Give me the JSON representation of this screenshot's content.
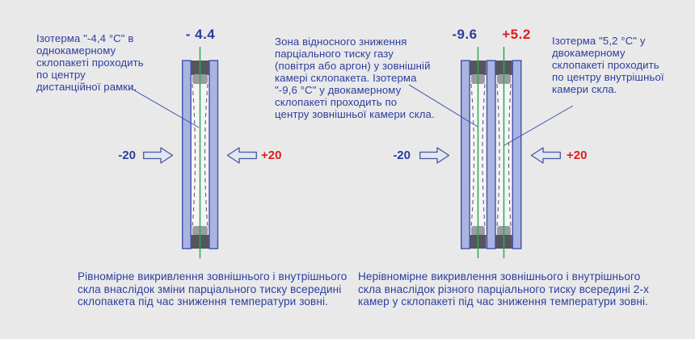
{
  "page": {
    "background": "#e9e9ea"
  },
  "colors": {
    "text_blue": "#2c3e9c",
    "accent_red": "#e01b1f",
    "glass_fill": "#aab4e0",
    "glass_stroke": "#3e53ab",
    "spacer_dark": "#54565e",
    "spacer_light": "#9b9ca1",
    "chamber_fill": "#f5f5f6",
    "isotherm_green": "#2fa94f",
    "deflection_gray": "#60626a",
    "arrow_fill": "#e3e6f0",
    "arrow_stroke": "#45589f",
    "leader_line": "#3c52a8"
  },
  "left_diagram": {
    "isotherm_label": "- 4.4",
    "outside_temp": "-20",
    "inside_temp": "+20",
    "annotation": "Ізотерма \"-4,4 °C\" в\nоднокамерному\nсклопакеті проходить\nпо центру\nдистанційної рамки.",
    "caption": "Рівномірне викривлення зовнішнього і внутрішнього\nскла внаслідок зміни парціального тиску всередині\nсклопакета під час зниження температури зовні."
  },
  "right_diagram": {
    "outer_isotherm_label": "-9.6",
    "inner_isotherm_label": "+5.2",
    "outside_temp": "-20",
    "inside_temp": "+20",
    "annotation_outer_chamber": "Зона відносного зниження\nпарціального тиску газу\n(повітря або аргон) у зовнішній\nкамері склопакета. Ізотерма\n\"-9,6 °C\" у двокамерному\nсклопакеті проходить по\nцентру зовнішньої камери скла.",
    "annotation_inner_chamber": "Ізотерма \"5,2 °C\" у\nдвокамерному\nсклопакеті проходить\nпо центру внутрішньої\nкамери скла.",
    "caption": "Нерівномірне викривлення зовнішнього і внутрішнього\nскла внаслідок різного парціального тиску всередині 2-х\nкамер у склопакеті під час зниження температури зовні."
  }
}
